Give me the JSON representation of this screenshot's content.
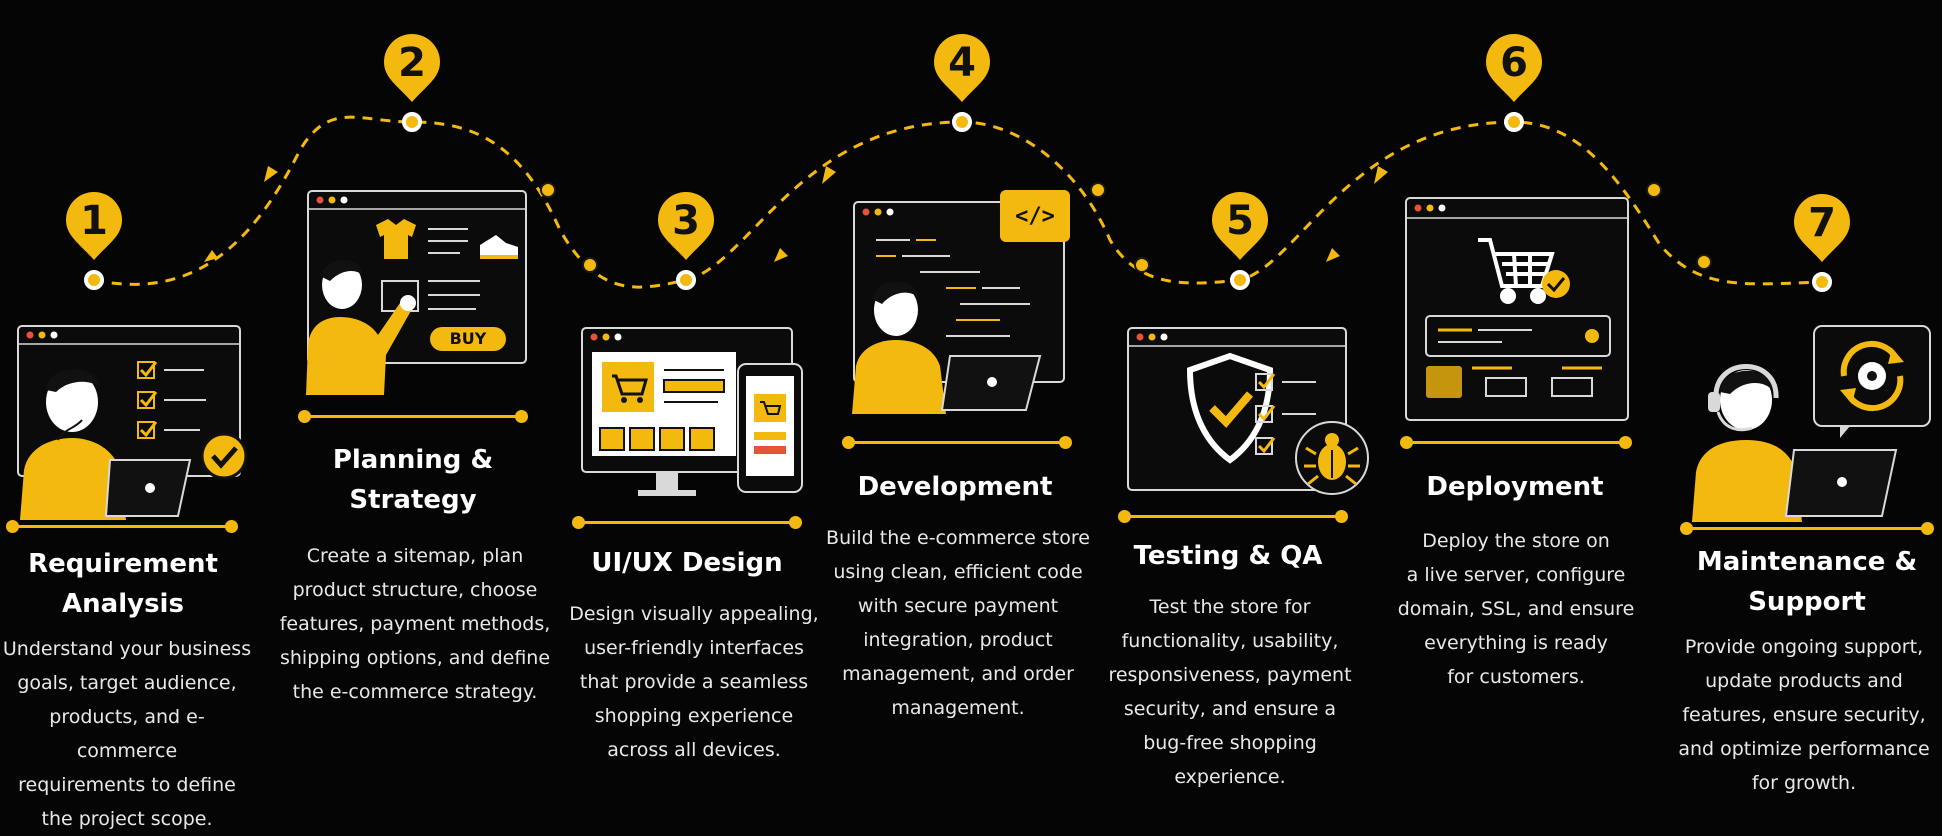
{
  "colors": {
    "background": "#050505",
    "accent": "#f4b90e",
    "text": "#ffffff",
    "muted_text": "#e8e8e8",
    "window_stroke": "#d9d9d9"
  },
  "steps": [
    {
      "number": "1",
      "title_lines": [
        "Requirement",
        "Analysis"
      ],
      "desc_lines": [
        "Understand your business",
        "goals, target audience,",
        "products, and e-commerce",
        "requirements to define",
        "the project scope."
      ],
      "icons": [
        "browser-window-icon",
        "checklist-icon",
        "person-thinking-icon",
        "laptop-icon",
        "check-badge-icon"
      ]
    },
    {
      "number": "2",
      "title_lines": [
        "Planning &",
        "Strategy"
      ],
      "desc_lines": [
        "Create a sitemap, plan",
        "product structure, choose",
        "features, payment methods,",
        "shipping options, and define",
        "the e-commerce strategy."
      ],
      "buy_label": "BUY",
      "icons": [
        "browser-window-icon",
        "tshirt-icon",
        "sneaker-icon",
        "person-pointing-icon"
      ]
    },
    {
      "number": "3",
      "title_lines": [
        "UI/UX Design"
      ],
      "desc_lines": [
        "Design visually appealing,",
        "user-friendly interfaces",
        "that provide a seamless",
        "shopping experience",
        "across all devices."
      ],
      "icons": [
        "desktop-monitor-icon",
        "smartphone-icon",
        "shopping-cart-icon",
        "product-bag-icon"
      ]
    },
    {
      "number": "4",
      "title_lines": [
        "Development"
      ],
      "desc_lines": [
        "Build the e-commerce store",
        "using clean, efficient code",
        "with secure payment",
        "integration, product",
        "management, and order",
        "management."
      ],
      "code_tag": "</>",
      "icons": [
        "code-editor-icon",
        "code-tag-icon",
        "developer-person-icon",
        "laptop-icon"
      ]
    },
    {
      "number": "5",
      "title_lines": [
        "Testing & QA"
      ],
      "desc_lines": [
        "Test the store for",
        "functionality, usability,",
        "responsiveness, payment",
        "security, and ensure a",
        "bug-free shopping",
        "experience."
      ],
      "icons": [
        "browser-window-icon",
        "shield-check-icon",
        "checklist-icon",
        "bug-icon"
      ]
    },
    {
      "number": "6",
      "title_lines": [
        "Deployment"
      ],
      "desc_lines": [
        "Deploy the store on",
        "a live server, configure",
        "domain, SSL, and ensure",
        "everything is ready",
        "for customers."
      ],
      "icons": [
        "browser-window-icon",
        "shopping-cart-icon",
        "check-badge-icon",
        "server-icon"
      ]
    },
    {
      "number": "7",
      "title_lines": [
        "Maintenance &",
        "Support"
      ],
      "desc_lines": [
        "Provide ongoing support,",
        "update products and",
        "features, ensure security,",
        "and optimize performance",
        "for growth."
      ],
      "icons": [
        "support-agent-headset-icon",
        "laptop-icon",
        "gear-refresh-icon"
      ]
    }
  ]
}
